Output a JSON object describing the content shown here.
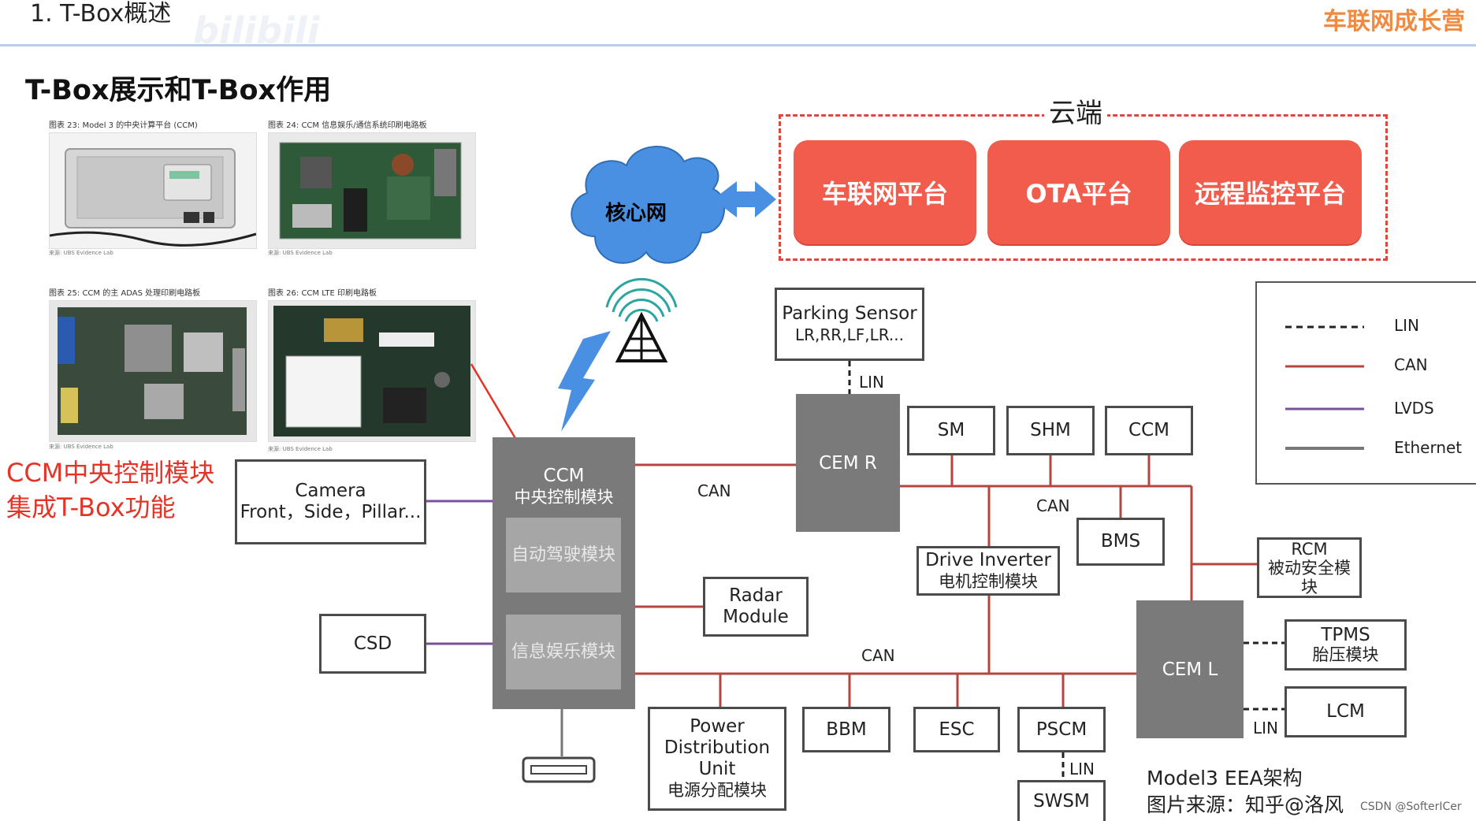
{
  "header": {
    "section": "1. T-Box概述",
    "brand": "车联网成长营",
    "watermark": "bilibili"
  },
  "page_title": "T-Box展示和T-Box作用",
  "photos": [
    {
      "caption": "图表 23: Model 3 的中央计算平台 (CCM)",
      "source": "来源: UBS Evidence Lab"
    },
    {
      "caption": "图表 24: CCM 信息娱乐/通信系统印刷电路板",
      "source": "来源: UBS Evidence Lab"
    },
    {
      "caption": "图表 25: CCM 的主 ADAS 处理印刷电路板",
      "source": "来源: UBS Evidence Lab"
    },
    {
      "caption": "图表 26: CCM LTE 印刷电路板",
      "source": "来源: UBS Evidence Lab"
    }
  ],
  "annotation": "CCM中央控制模块集成T-Box功能",
  "core_network": "核心网",
  "cloud": {
    "title": "云端",
    "platforms": [
      "车联网平台",
      "OTA平台",
      "远程监控平台"
    ]
  },
  "nodes": {
    "ccm_main": {
      "line1": "CCM",
      "line2": "中央控制模块"
    },
    "ccm_adas": "自动驾驶模块",
    "ccm_info": "信息娱乐模块",
    "camera": {
      "line1": "Camera",
      "line2": "Front，Side，Pillar..."
    },
    "csd": "CSD",
    "radar": {
      "line1": "Radar",
      "line2": "Module"
    },
    "pdu": {
      "line1": "Power",
      "line2": "Distribution",
      "line3": "Unit",
      "line4": "电源分配模块"
    },
    "parking": {
      "line1": "Parking Sensor",
      "line2": "LR,RR,LF,LR..."
    },
    "cem_r": "CEM R",
    "cem_l": "CEM L",
    "sm": "SM",
    "shm": "SHM",
    "ccm_small": "CCM",
    "bms": "BMS",
    "drive_inverter": {
      "line1": "Drive Inverter",
      "line2": "电机控制模块"
    },
    "rcm": {
      "line1": "RCM",
      "line2": "被动安全模块"
    },
    "tpms": {
      "line1": "TPMS",
      "line2": "胎压模块"
    },
    "lcm": "LCM",
    "bbm": "BBM",
    "esc": "ESC",
    "pscm": "PSCM",
    "swsm": "SWSM"
  },
  "bus_labels": {
    "can_top": "CAN",
    "can_right": "CAN",
    "can_bottom": "CAN",
    "lin_parking": "LIN",
    "lin_lcm": "LIN",
    "lin_swsm": "LIN"
  },
  "legend": [
    {
      "label": "LIN",
      "color": "#222222",
      "style": "dashed"
    },
    {
      "label": "CAN",
      "color": "#b5463d",
      "style": "solid"
    },
    {
      "label": "LVDS",
      "color": "#7b4fa0",
      "style": "solid"
    },
    {
      "label": "Ethernet",
      "color": "#777777",
      "style": "solid"
    }
  ],
  "credit": {
    "line1": "Model3 EEA架构",
    "line2": "图片来源：知乎@洛风"
  },
  "footer_watermark": "CSDN @SofterICer"
}
